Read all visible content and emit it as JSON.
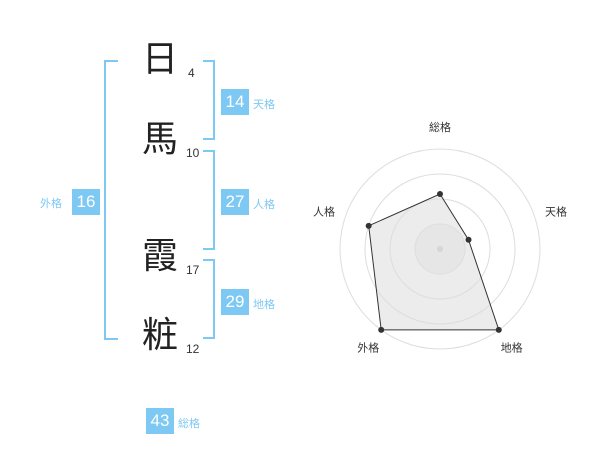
{
  "name": {
    "chars": [
      {
        "char": "日",
        "strokes": "4"
      },
      {
        "char": "馬",
        "strokes": "10"
      },
      {
        "char": "霞",
        "strokes": "17"
      },
      {
        "char": "粧",
        "strokes": "12"
      }
    ]
  },
  "fortune": {
    "tenkaku": {
      "value": "14",
      "label": "天格"
    },
    "jinkaku": {
      "value": "27",
      "label": "人格"
    },
    "chikaku": {
      "value": "29",
      "label": "地格"
    },
    "gaikaku": {
      "value": "16",
      "label": "外格"
    },
    "soukaku": {
      "value": "43",
      "label": "総格"
    }
  },
  "chart_data": {
    "type": "radar",
    "axes": [
      "総格",
      "天格",
      "地格",
      "外格",
      "人格"
    ],
    "values": [
      0.55,
      0.3,
      1.0,
      1.0,
      0.75
    ],
    "rings": 4,
    "colors": {
      "accent": "#7ec8f4",
      "fill": "#eeeeee",
      "line": "#333333"
    }
  }
}
